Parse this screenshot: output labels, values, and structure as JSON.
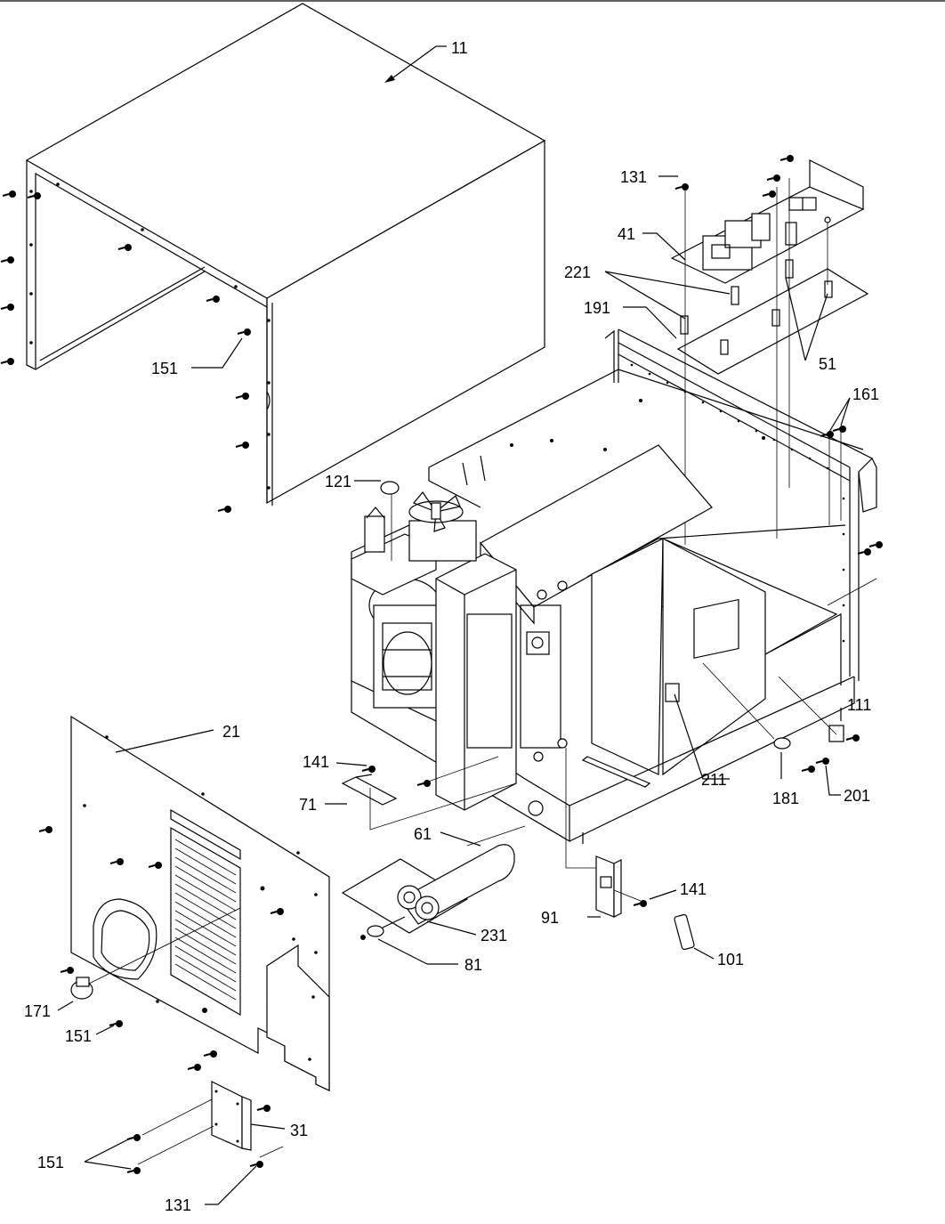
{
  "labels": {
    "l11": "11",
    "l131a": "131",
    "l41": "41",
    "l221": "221",
    "l191": "191",
    "l51": "51",
    "l161": "161",
    "l151a": "151",
    "l121": "121",
    "l21": "21",
    "l111": "111",
    "l141a": "141",
    "l71": "71",
    "l211": "211",
    "l181": "181",
    "l201": "201",
    "l61": "61",
    "l141b": "141",
    "l91": "91",
    "l231": "231",
    "l81": "81",
    "l101": "101",
    "l171": "171",
    "l151b": "151",
    "l31": "31",
    "l151c": "151",
    "l131b": "131"
  },
  "icons": {
    "screw": "screw-icon"
  }
}
